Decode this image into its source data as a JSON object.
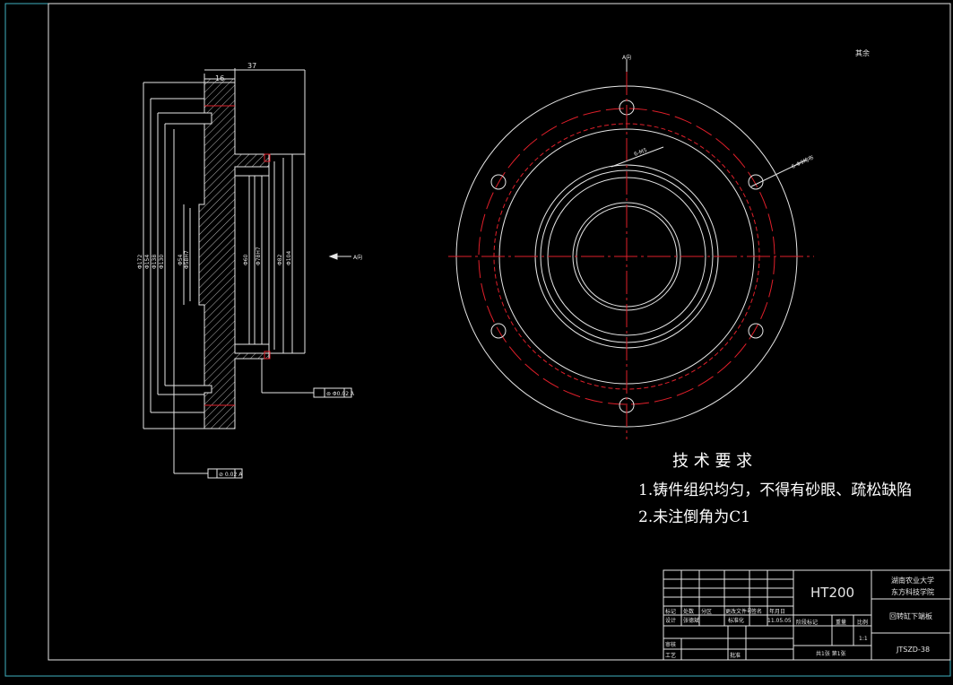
{
  "drawing": {
    "title": "回转缸下端板",
    "material": "HT200",
    "code": "JTSZD-38",
    "school_line1": "湖南农业大学",
    "school_line2": "东方科技学院",
    "corner_note": "其余",
    "scale": "1:1"
  },
  "tech_requirements": {
    "heading": "技 术  要 求",
    "item1": "1.铸件组织均匀，不得有砂眼、疏松缺陷",
    "item2": "2.未注倒角为C1"
  },
  "section_view": {
    "dim_top_overall": "37",
    "dim_top_flange": "16",
    "view_label": "A向",
    "diameters": [
      "Φ172",
      "Φ154",
      "Φ138",
      "Φ130",
      "Φ54",
      "Φ58H7",
      "Φ60",
      "Φ78H7",
      "Φ82",
      "Φ104"
    ],
    "gdt_right": "⊚ Φ0.02 A",
    "gdt_bottom": "⊘ 0.02 A"
  },
  "front_view": {
    "view_label": "A向",
    "hole_callout": "6-Φ9均布",
    "thread_callout": "6-M5"
  },
  "title_block": {
    "h_biaoji": "标记",
    "h_chushu": "处数",
    "h_fenqu": "分区",
    "h_gengai": "更改文件号",
    "h_qianming": "签名",
    "h_riqi": "年月日",
    "sheji_label": "设计",
    "sheji_name": "张德斌",
    "biaozhun": "标准化",
    "date": "11.05.05",
    "shenhe": "审核",
    "gongyi": "工艺",
    "pizhun": "批准",
    "jieduan": "阶段标记",
    "zhongliang": "重量",
    "bili": "比例",
    "sheets": "共1张  第1张"
  }
}
